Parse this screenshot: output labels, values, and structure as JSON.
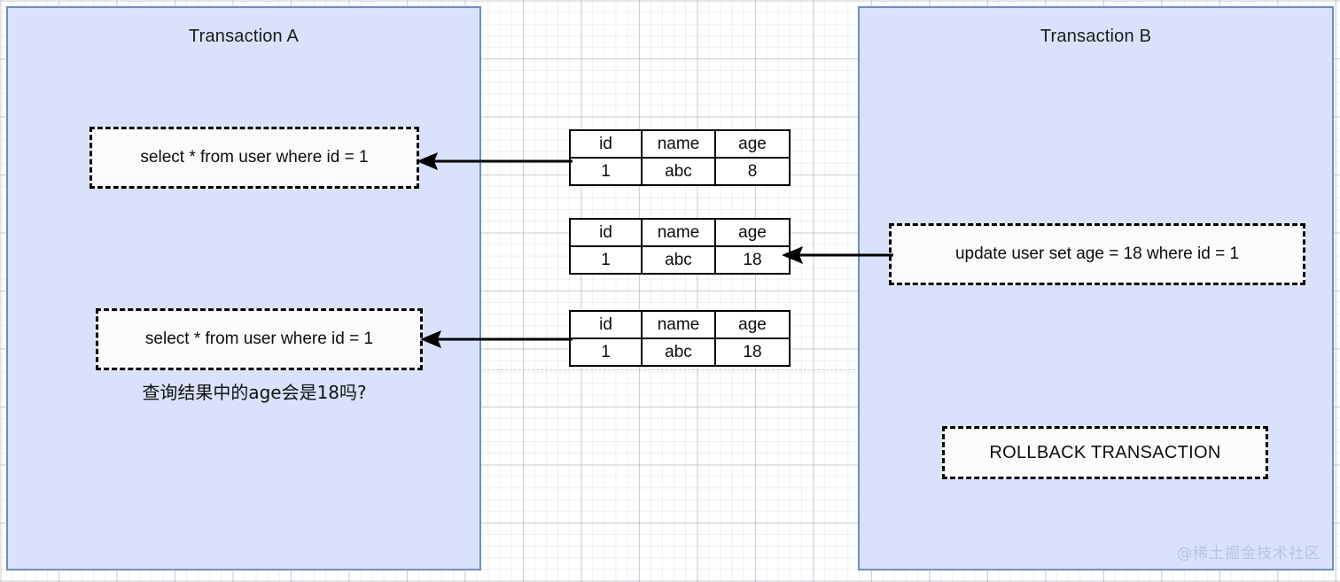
{
  "diagram": {
    "title_a": "Transaction A",
    "title_b": "Transaction B",
    "watermark": "@稀土掘金技术社区",
    "colors": {
      "panel_fill": "#dae2fb",
      "panel_border": "#6c8ebf",
      "box_fill": "#fbfbfb",
      "box_border": "#000000",
      "arrow": "#000000",
      "table_border": "#000000",
      "watermark_text": "#b8c3de",
      "grid_minor": "#b4b9c3",
      "grid_major": "#969ca8"
    }
  },
  "transaction_a": {
    "title": "Transaction A",
    "statements": [
      {
        "id": "select-1",
        "text": "select * from user where id = 1"
      },
      {
        "id": "select-2",
        "text": "select * from user where id = 1"
      }
    ],
    "note": "查询结果中的age会是18吗?"
  },
  "transaction_b": {
    "title": "Transaction B",
    "statements": [
      {
        "id": "update",
        "text": "update user set age = 18 where id = 1"
      },
      {
        "id": "rollback",
        "text": "ROLLBACK TRANSACTION"
      }
    ]
  },
  "tables": [
    {
      "id": "table-1",
      "columns": [
        "id",
        "name",
        "age"
      ],
      "rows": [
        [
          "1",
          "abc",
          "8"
        ]
      ]
    },
    {
      "id": "table-2",
      "columns": [
        "id",
        "name",
        "age"
      ],
      "rows": [
        [
          "1",
          "abc",
          "18"
        ]
      ]
    },
    {
      "id": "table-3",
      "columns": [
        "id",
        "name",
        "age"
      ],
      "rows": [
        [
          "1",
          "abc",
          "18"
        ]
      ]
    }
  ],
  "arrows": [
    {
      "id": "arrow-table1-to-select1",
      "from": "table-1",
      "to": "select-1",
      "direction": "left"
    },
    {
      "id": "arrow-update-to-table2",
      "from": "update",
      "to": "table-2",
      "direction": "left"
    },
    {
      "id": "arrow-table3-to-select2",
      "from": "table-3",
      "to": "select-2",
      "direction": "left"
    }
  ]
}
